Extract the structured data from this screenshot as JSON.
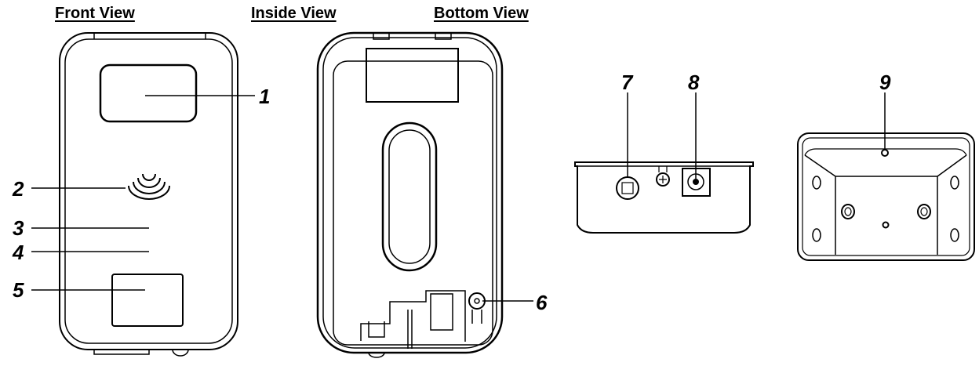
{
  "headings": {
    "front": "Front View",
    "inside": "Inside View",
    "bottom": "Bottom View"
  },
  "callouts": [
    "1",
    "2",
    "3",
    "4",
    "5",
    "6",
    "7",
    "8",
    "9"
  ]
}
